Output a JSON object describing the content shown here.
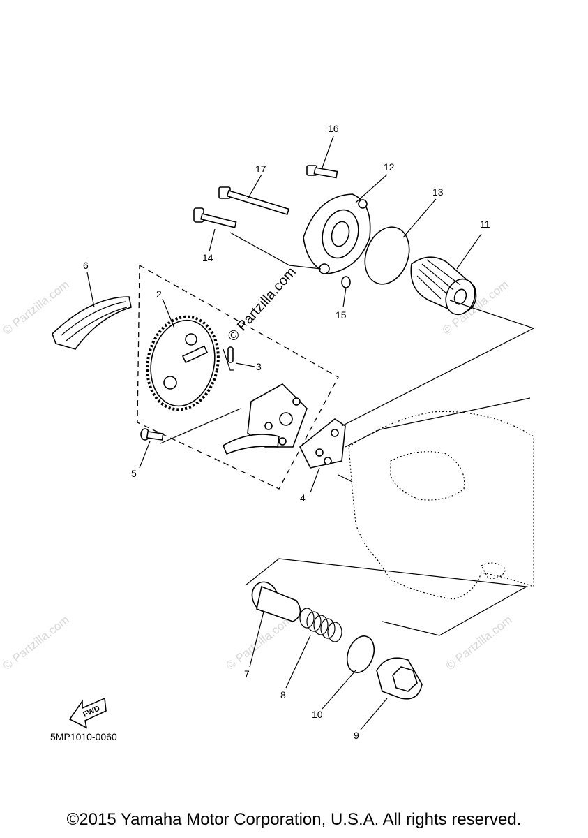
{
  "diagram": {
    "callouts": [
      {
        "id": "1",
        "text": "2"
      },
      {
        "id": "2",
        "text": "3"
      },
      {
        "id": "3",
        "text": "4"
      },
      {
        "id": "4",
        "text": "5"
      },
      {
        "id": "5",
        "text": "6"
      },
      {
        "id": "6",
        "text": "7"
      },
      {
        "id": "7",
        "text": "8"
      },
      {
        "id": "8",
        "text": "9"
      },
      {
        "id": "9",
        "text": "10"
      },
      {
        "id": "10",
        "text": "11"
      },
      {
        "id": "11",
        "text": "12"
      },
      {
        "id": "12",
        "text": "13"
      },
      {
        "id": "13",
        "text": "14"
      },
      {
        "id": "14",
        "text": "15"
      },
      {
        "id": "15",
        "text": "16"
      },
      {
        "id": "16",
        "text": "17"
      }
    ],
    "fwd_label": "FWD",
    "drawing_code": "5MP1010-0060",
    "watermark_main": "© Partzilla.com",
    "watermark_faint": "© Partzilla.com"
  },
  "footer": {
    "copyright": "©2015 Yamaha Motor Corporation, U.S.A. All rights reserved."
  }
}
